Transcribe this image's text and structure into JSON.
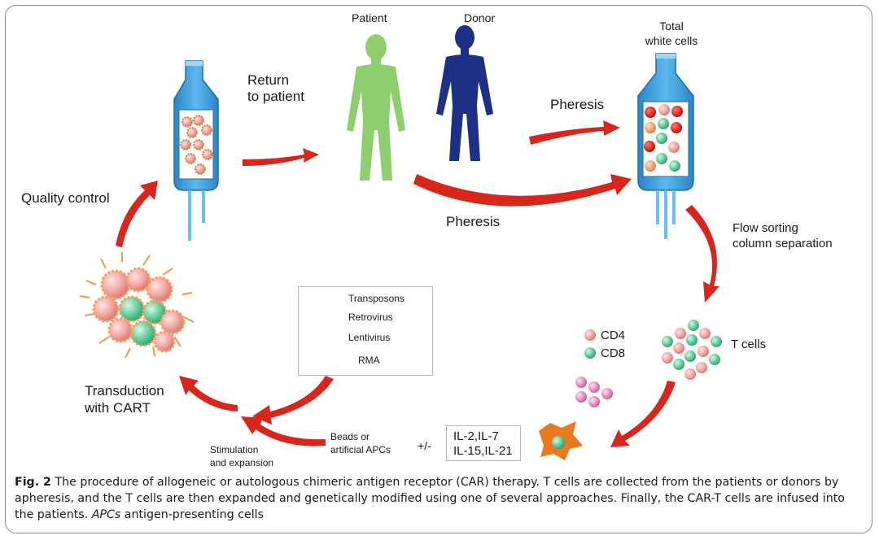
{
  "labels": {
    "patient": "Patient",
    "donor": "Donor",
    "total_white_cells_1": "Total",
    "total_white_cells_2": "white cells",
    "return_to_patient_1": "Return",
    "return_to_patient_2": "to patient",
    "pheresis_top": "Pheresis",
    "pheresis_bottom": "Pheresis",
    "quality_control": "Quality control",
    "flow_sorting_1": "Flow sorting",
    "flow_sorting_2": "column separation",
    "t_cells": "T cells",
    "cd4": "CD4",
    "cd8": "CD8",
    "transduction_1": "Transduction",
    "transduction_2": "with CART",
    "stimulation_1": "Stimulation",
    "stimulation_2": "and expansion",
    "beads_1": "Beads or",
    "beads_2": "artificial  APCs",
    "plus_minus": "+/-",
    "il_line_1": "IL-2,IL-7",
    "il_line_2": "IL-15,IL-21"
  },
  "legend": {
    "items": [
      {
        "label": "Transposons",
        "icon": "transposon-ring-icon"
      },
      {
        "label": "Retrovirus",
        "icon": "retrovirus-icon"
      },
      {
        "label": "Lentivirus",
        "icon": "lentivirus-hexagon-icon"
      },
      {
        "label": "RMA",
        "icon": "rma-squiggle-icon"
      }
    ]
  },
  "caption": {
    "fig_label": "Fig. 2",
    "text_1": " The procedure of allogeneic or autologous chimeric antigen receptor (CAR) therapy. T cells are collected from the patients or donors by apheresis, and the T cells are then expanded and genetically modified using one of several approaches. Finally, the CAR-T cells are infused into the patients. ",
    "apcs_italic": "APCs",
    "text_2": " antigen-presenting cells"
  },
  "colors": {
    "arrow_red": "#d8261c",
    "patient_green": "#8fce6e",
    "donor_navy": "#1e2f86",
    "bag_blue": "#3e9fd8",
    "cd4_pink": "#f2a3a0",
    "cd8_green": "#5ecb98",
    "retro_red": "#d8261c",
    "apc_orange": "#e9791f"
  }
}
